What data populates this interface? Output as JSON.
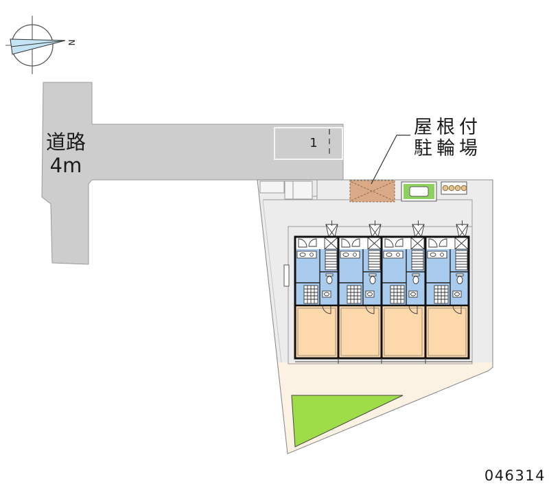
{
  "compass": {
    "north_label": "N"
  },
  "road": {
    "name": "道路",
    "width": "4m"
  },
  "parking": {
    "space_number": "1"
  },
  "bicycle_parking": {
    "label_line1": "屋根付",
    "label_line2": "駐輪場"
  },
  "plan_number": "046314",
  "colors": {
    "road": "#cdcdcd",
    "site": "#ececec",
    "site_front": "#fcf2e4",
    "wet_area": "#a9cbee",
    "living_room": "#fcd8aa",
    "lawn": "#9edd48",
    "bicycle_shelter": "#d9aa85",
    "planter": "#8fd15e",
    "compass_needle": "#c4e4f5"
  }
}
